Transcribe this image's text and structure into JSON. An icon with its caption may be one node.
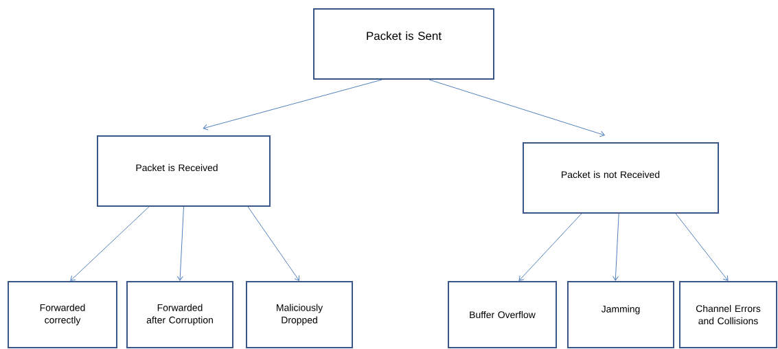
{
  "diagram": {
    "nodes": [
      {
        "text": [
          "Packet is Sent"
        ]
      },
      {
        "text": [
          "Packet is Received"
        ]
      },
      {
        "text": [
          "Packet is not Received"
        ]
      },
      {
        "text": [
          "Forwarded correctly"
        ]
      },
      {
        "text": [
          "Forwarded after Corruption"
        ]
      },
      {
        "text": [
          "Maliciously Dropped"
        ]
      },
      {
        "text": [
          "Buffer Overflow"
        ]
      },
      {
        "text": [
          "Jamming"
        ]
      },
      {
        "text": [
          "Channel Errors and Collisions"
        ]
      }
    ],
    "edges": [
      {
        "from": 0,
        "to": 1,
        "arrow": "to"
      },
      {
        "from": 0,
        "to": 2,
        "arrow": "to"
      },
      {
        "from": 1,
        "to": 3,
        "arrow": "to"
      },
      {
        "from": 1,
        "to": 4,
        "arrow": "to"
      },
      {
        "from": 1,
        "to": 5,
        "arrow": "to"
      },
      {
        "from": 2,
        "to": 6,
        "arrow": "to"
      },
      {
        "from": 2,
        "to": 7,
        "arrow": "to"
      },
      {
        "from": 2,
        "to": 8,
        "arrow": "to"
      }
    ]
  }
}
